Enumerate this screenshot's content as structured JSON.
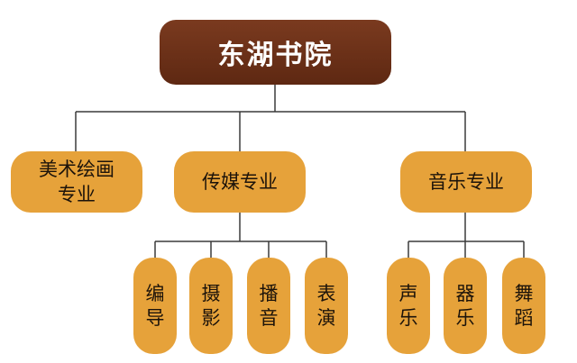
{
  "root": {
    "label": "东湖书院"
  },
  "branches": [
    {
      "label_line1": "美术绘画",
      "label_line2": "专业"
    },
    {
      "label": "传媒专业"
    },
    {
      "label": "音乐专业"
    }
  ],
  "media_leaves": [
    {
      "c1": "编",
      "c2": "导"
    },
    {
      "c1": "摄",
      "c2": "影"
    },
    {
      "c1": "播",
      "c2": "音"
    },
    {
      "c1": "表",
      "c2": "演"
    }
  ],
  "music_leaves": [
    {
      "c1": "声",
      "c2": "乐"
    },
    {
      "c1": "器",
      "c2": "乐"
    },
    {
      "c1": "舞",
      "c2": "蹈"
    }
  ],
  "colors": {
    "root_fill": "#6a2f16",
    "node_fill": "#e6a23a",
    "connector": "#3a3a3a"
  }
}
